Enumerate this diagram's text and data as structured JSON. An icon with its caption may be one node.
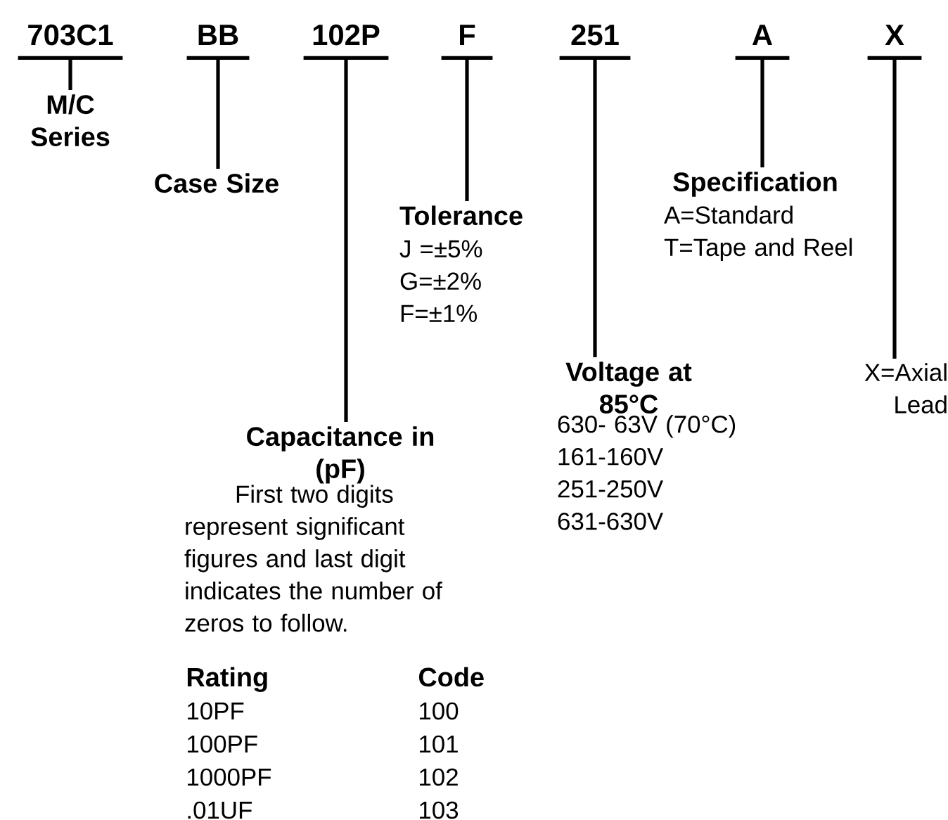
{
  "diagram": {
    "nodes": [
      {
        "text": [
          "703C1"
        ]
      },
      {
        "text": [
          "BB"
        ]
      },
      {
        "text": [
          "102P"
        ]
      },
      {
        "text": [
          "F"
        ]
      },
      {
        "text": [
          "251"
        ]
      },
      {
        "text": [
          "A"
        ]
      },
      {
        "text": [
          "X"
        ]
      },
      {
        "text": [
          "M/C Series"
        ]
      },
      {
        "text": [
          "Case Size"
        ]
      },
      {
        "text": [
          "Tolerance",
          "J =±5%",
          "G=±2%",
          "F=±1%"
        ]
      },
      {
        "text": [
          "Specification",
          "A=Standard",
          "T=Tape and Reel"
        ]
      },
      {
        "text": [
          "Voltage at 85°C",
          "630- 63V (70°C)",
          "161-160V",
          "251-250V",
          "631-630V"
        ]
      },
      {
        "text": [
          "X=Axial Lead"
        ]
      },
      {
        "text": [
          "Capacitance in (pF)",
          "First two digits represent significant figures and last digit indicates the number of zeros to follow."
        ]
      }
    ],
    "edges": [
      {
        "from": 0,
        "to": 7,
        "arrow": "none"
      },
      {
        "from": 1,
        "to": 8,
        "arrow": "none"
      },
      {
        "from": 2,
        "to": 13,
        "arrow": "none"
      },
      {
        "from": 3,
        "to": 9,
        "arrow": "none"
      },
      {
        "from": 4,
        "to": 11,
        "arrow": "none"
      },
      {
        "from": 5,
        "to": 10,
        "arrow": "none"
      },
      {
        "from": 6,
        "to": 12,
        "arrow": "none"
      }
    ],
    "labels": [
      "Rating",
      "Code",
      "10PF",
      "100",
      "100PF",
      "101",
      "1000PF",
      "102",
      ".01UF",
      "103"
    ]
  }
}
